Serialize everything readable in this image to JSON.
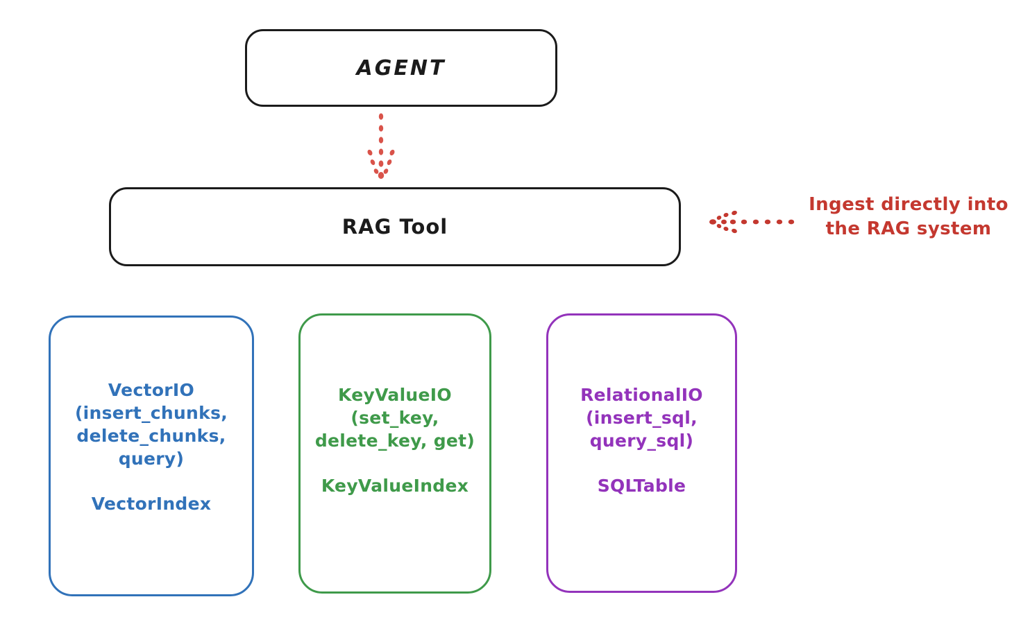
{
  "diagram": {
    "title_nodes": {
      "agent": "AGENT",
      "rag_tool": "RAG Tool"
    },
    "stores": [
      {
        "id": "vector",
        "api": "VectorIO\n(insert_chunks,\ndelete_chunks,\nquery)",
        "index": "VectorIndex",
        "color": "#3172b9"
      },
      {
        "id": "keyvalue",
        "api": "KeyValueIO\n(set_key,\ndelete_key, get)",
        "index": "KeyValueIndex",
        "color": "#3f9a4a"
      },
      {
        "id": "relational",
        "api": "RelationalIO\n(insert_sql,\nquery_sql)",
        "index": "SQLTable",
        "color": "#9333bb"
      }
    ],
    "annotation": {
      "text": "Ingest directly into\nthe RAG system",
      "color": "#c4382f"
    },
    "colors": {
      "stroke_black": "#1b1b1b",
      "accent_red": "#c4382f",
      "background": "#ffffff"
    }
  }
}
